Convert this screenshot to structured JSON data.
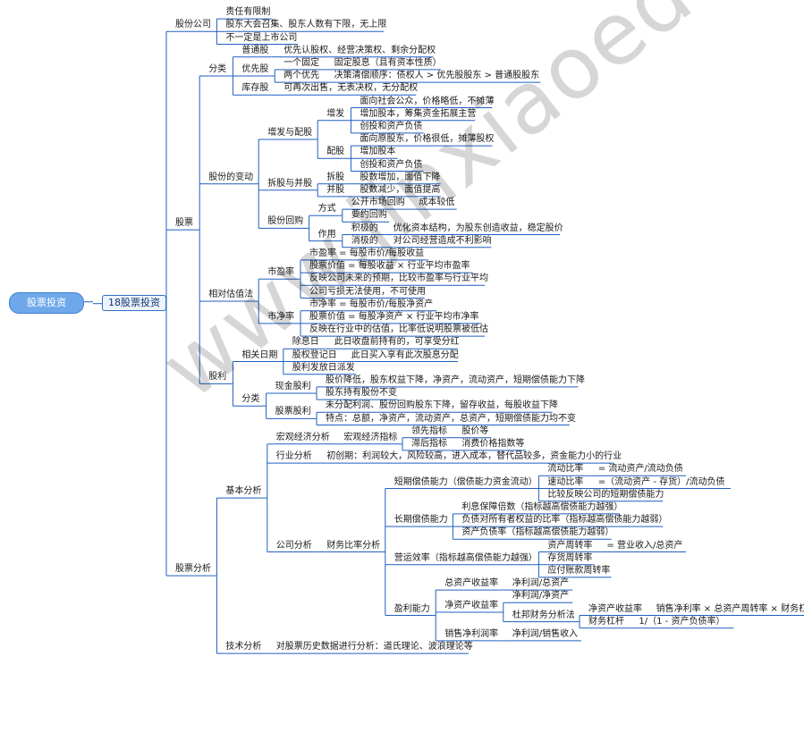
{
  "watermark": "www.jinxiaoedu.com",
  "root": {
    "label": "股票投资",
    "children": [
      {
        "label": "18股票投资",
        "children": [
          {
            "label": "股份公司",
            "children": [
              {
                "label": "责任有限制"
              },
              {
                "label": "股东大会召集、股东人数有下限，无上限"
              },
              {
                "label": "不一定是上市公司"
              }
            ]
          },
          {
            "label": "股票",
            "children": [
              {
                "label": "分类",
                "children": [
                  {
                    "label": "普通股",
                    "children": [
                      {
                        "label": "优先认股权、经营决策权、剩余分配权"
                      }
                    ]
                  },
                  {
                    "label": "优先股",
                    "children": [
                      {
                        "label": "一个固定",
                        "children": [
                          {
                            "label": "固定股息（且有资本性质）"
                          }
                        ]
                      },
                      {
                        "label": "两个优先",
                        "children": [
                          {
                            "label": "决策清偿顺序：债权人 > 优先股股东 > 普通股股东"
                          }
                        ]
                      }
                    ]
                  },
                  {
                    "label": "库存股",
                    "children": [
                      {
                        "label": "可再次出售，无表决权，无分配权"
                      }
                    ]
                  }
                ]
              },
              {
                "label": "股份的变动",
                "children": [
                  {
                    "label": "增发与配股",
                    "children": [
                      {
                        "label": "增发",
                        "children": [
                          {
                            "label": "面向社会公众，价格略低，不摊薄"
                          },
                          {
                            "label": "增加股本，筹集资金拓展主营"
                          },
                          {
                            "label": "创投和资产负债"
                          }
                        ]
                      },
                      {
                        "label": "配股",
                        "children": [
                          {
                            "label": "面向原股东，价格很低，摊薄股权"
                          },
                          {
                            "label": "增加股本"
                          },
                          {
                            "label": "创投和资产负债"
                          }
                        ]
                      }
                    ]
                  },
                  {
                    "label": "拆股与并股",
                    "children": [
                      {
                        "label": "拆股",
                        "children": [
                          {
                            "label": "股数增加，面值下降"
                          }
                        ]
                      },
                      {
                        "label": "并股",
                        "children": [
                          {
                            "label": "股数减少，面值提高"
                          }
                        ]
                      }
                    ]
                  },
                  {
                    "label": "股份回购",
                    "children": [
                      {
                        "label": "方式",
                        "children": [
                          {
                            "label": "公开市场回购",
                            "children": [
                              {
                                "label": "成本较低"
                              }
                            ]
                          },
                          {
                            "label": "要约回购"
                          }
                        ]
                      },
                      {
                        "label": "作用",
                        "children": [
                          {
                            "label": "积极的",
                            "children": [
                              {
                                "label": "优化资本结构，为股东创造收益，稳定股价"
                              }
                            ]
                          },
                          {
                            "label": "消极的",
                            "children": [
                              {
                                "label": "对公司经营造成不利影响"
                              }
                            ]
                          }
                        ]
                      }
                    ]
                  }
                ]
              },
              {
                "label": "相对估值法",
                "children": [
                  {
                    "label": "市盈率",
                    "children": [
                      {
                        "label": "市盈率 = 每股市价/每股收益"
                      },
                      {
                        "label": "股票价值 = 每股收益 × 行业平均市盈率"
                      },
                      {
                        "label": "反映公司未来的预期，比较市盈率与行业平均"
                      },
                      {
                        "label": "公司亏损无法使用，不可使用"
                      }
                    ]
                  },
                  {
                    "label": "市净率",
                    "children": [
                      {
                        "label": "市净率 = 每股市价/每股净资产"
                      },
                      {
                        "label": "股票价值 = 每股净资产 × 行业平均市净率"
                      },
                      {
                        "label": "反映在行业中的估值，比率低说明股票被低估"
                      }
                    ]
                  }
                ]
              },
              {
                "label": "股利",
                "children": [
                  {
                    "label": "相关日期",
                    "children": [
                      {
                        "label": "除息日",
                        "children": [
                          {
                            "label": "此日收盘前持有的，可享受分红"
                          }
                        ]
                      },
                      {
                        "label": "股权登记日",
                        "children": [
                          {
                            "label": "此日买入享有此次股息分配"
                          }
                        ]
                      },
                      {
                        "label": "股利发放日派发"
                      }
                    ]
                  },
                  {
                    "label": "分类",
                    "children": [
                      {
                        "label": "现金股利",
                        "children": [
                          {
                            "label": "股价降低，股东权益下降，净资产，流动资产，短期偿债能力下降"
                          },
                          {
                            "label": "股东持有股份不变"
                          }
                        ]
                      },
                      {
                        "label": "股票股利",
                        "children": [
                          {
                            "label": "未分配利润、股份回购股东下降，留存收益，每股收益下降"
                          },
                          {
                            "label": "特点：总额，净资产，流动资产，总资产，短期偿债能力均不变"
                          }
                        ]
                      }
                    ]
                  }
                ]
              }
            ]
          },
          {
            "label": "股票分析",
            "children": [
              {
                "label": "基本分析",
                "children": [
                  {
                    "label": "宏观经济分析",
                    "children": [
                      {
                        "label": "宏观经济指标",
                        "children": [
                          {
                            "label": "领先指标",
                            "children": [
                              {
                                "label": "股价等"
                              }
                            ]
                          },
                          {
                            "label": "滞后指标",
                            "children": [
                              {
                                "label": "消费价格指数等"
                              }
                            ]
                          }
                        ]
                      }
                    ]
                  },
                  {
                    "label": "行业分析",
                    "children": [
                      {
                        "label": "初创期：利润较大，风险较高，进入成本，替代品较多，资金能力小的行业"
                      }
                    ]
                  },
                  {
                    "label": "公司分析",
                    "children": [
                      {
                        "label": "财务比率分析",
                        "children": [
                          {
                            "label": "短期偿债能力（偿债能力资金流动）",
                            "children": [
                              {
                                "label": "流动比率",
                                "children": [
                                  {
                                    "label": "= 流动资产/流动负债"
                                  }
                                ]
                              },
                              {
                                "label": "速动比率",
                                "children": [
                                  {
                                    "label": "=（流动资产 - 存货）/流动负债"
                                  }
                                ]
                              },
                              {
                                "label": "比较反映公司的短期偿债能力"
                              }
                            ]
                          },
                          {
                            "label": "长期偿债能力",
                            "children": [
                              {
                                "label": "利息保障倍数（指标越高偿债能力越强）"
                              },
                              {
                                "label": "负债对所有者权益的比率（指标越高偿债能力越弱）"
                              },
                              {
                                "label": "资产负债率（指标越高偿债能力越弱）"
                              }
                            ]
                          },
                          {
                            "label": "营运效率（指标越高偿债能力越强）",
                            "children": [
                              {
                                "label": "资产周转率",
                                "children": [
                                  {
                                    "label": "= 营业收入/总资产"
                                  }
                                ]
                              },
                              {
                                "label": "存货周转率"
                              },
                              {
                                "label": "应付账款周转率"
                              }
                            ]
                          },
                          {
                            "label": "盈利能力",
                            "children": [
                              {
                                "label": "总资产收益率",
                                "children": [
                                  {
                                    "label": "净利润/总资产"
                                  }
                                ]
                              },
                              {
                                "label": "净资产收益率",
                                "children": [
                                  {
                                    "label": "净利润/净资产"
                                  },
                                  {
                                    "label": "杜邦财务分析法",
                                    "children": [
                                      {
                                        "label": "净资产收益率",
                                        "children": [
                                          {
                                            "label": "销售净利率 × 总资产周转率 × 财务杠杆"
                                          }
                                        ]
                                      },
                                      {
                                        "label": "财务杠杆",
                                        "children": [
                                          {
                                            "label": "1/（1 - 资产负债率）"
                                          }
                                        ]
                                      }
                                    ]
                                  }
                                ]
                              },
                              {
                                "label": "销售净利润率",
                                "children": [
                                  {
                                    "label": "净利润/销售收入"
                                  }
                                ]
                              }
                            ]
                          }
                        ]
                      }
                    ]
                  }
                ]
              },
              {
                "label": "技术分析",
                "children": [
                  {
                    "label": "对股票历史数据进行分析：道氏理论、波浪理论等"
                  }
                ]
              }
            ]
          }
        ]
      }
    ]
  }
}
